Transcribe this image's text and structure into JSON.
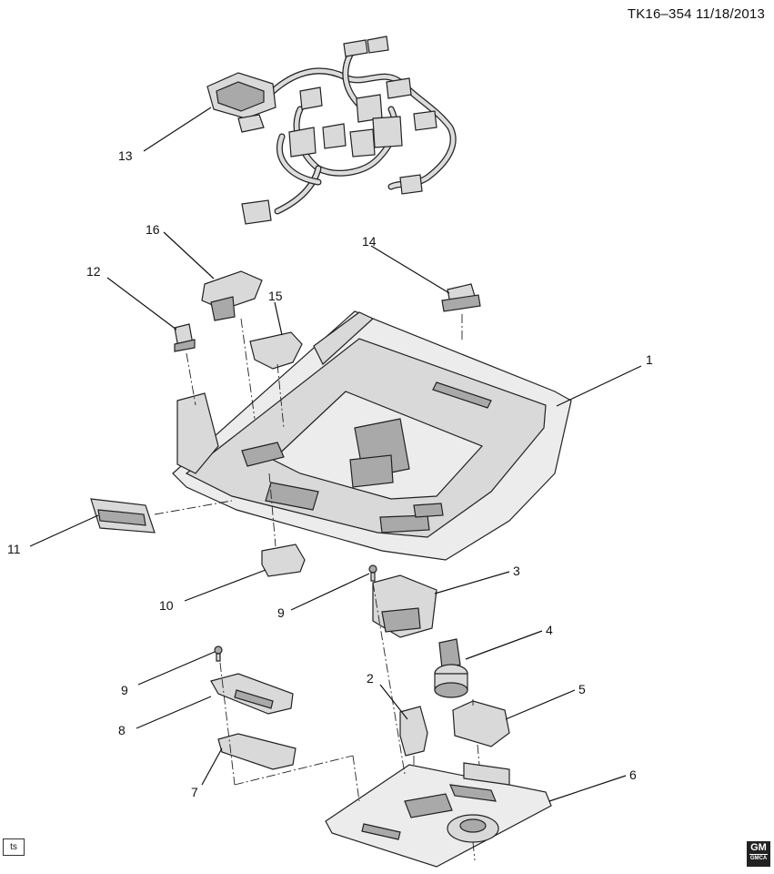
{
  "header": {
    "doc_id": "TK16–354  11/18/2013"
  },
  "footer": {
    "ts_label": "ts",
    "logo_text": "GM",
    "logo_sub": "GMCA"
  },
  "callouts": [
    {
      "id": "c1",
      "label": "1"
    },
    {
      "id": "c2",
      "label": "2"
    },
    {
      "id": "c3",
      "label": "3"
    },
    {
      "id": "c4",
      "label": "4"
    },
    {
      "id": "c5",
      "label": "5"
    },
    {
      "id": "c6",
      "label": "6"
    },
    {
      "id": "c7",
      "label": "7"
    },
    {
      "id": "c8",
      "label": "8"
    },
    {
      "id": "c9a",
      "label": "9"
    },
    {
      "id": "c9b",
      "label": "9"
    },
    {
      "id": "c10",
      "label": "10"
    },
    {
      "id": "c11",
      "label": "11"
    },
    {
      "id": "c12",
      "label": "12"
    },
    {
      "id": "c13",
      "label": "13"
    },
    {
      "id": "c14",
      "label": "14"
    },
    {
      "id": "c15",
      "label": "15"
    },
    {
      "id": "c16",
      "label": "16"
    }
  ]
}
